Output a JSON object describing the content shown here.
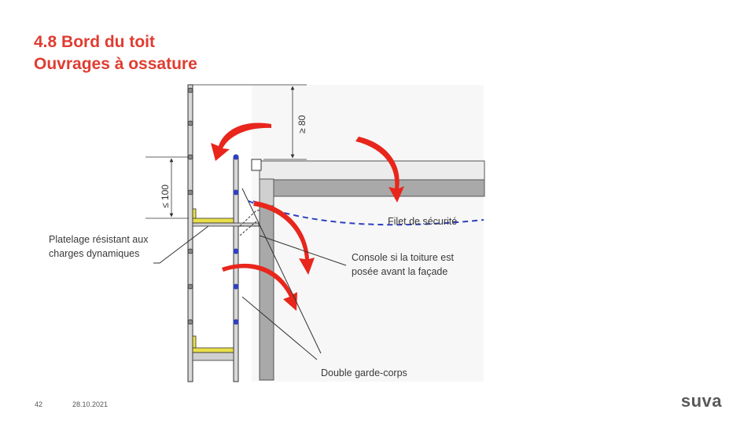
{
  "title": {
    "line1": "4.8 Bord du toit",
    "line2": "Ouvrages à ossature"
  },
  "dimensions": {
    "min_height": "≥ 80",
    "max_gap": "≤ 100"
  },
  "labels": {
    "platform": [
      "Platelage résistant aux",
      "charges dynamiques"
    ],
    "net": "Filet de sécurité",
    "console": [
      "Console si la toiture est",
      "posée avant la façade"
    ],
    "guardrail": "Double garde-corps"
  },
  "footer": {
    "page": "42",
    "date": "28.10.2021",
    "logo": "suva"
  },
  "colors": {
    "title": "#e03c31",
    "arrow": "#e8261c",
    "net": "#2f3fbf",
    "structure": "#a9a9a9",
    "platform": "#e8df4a"
  }
}
